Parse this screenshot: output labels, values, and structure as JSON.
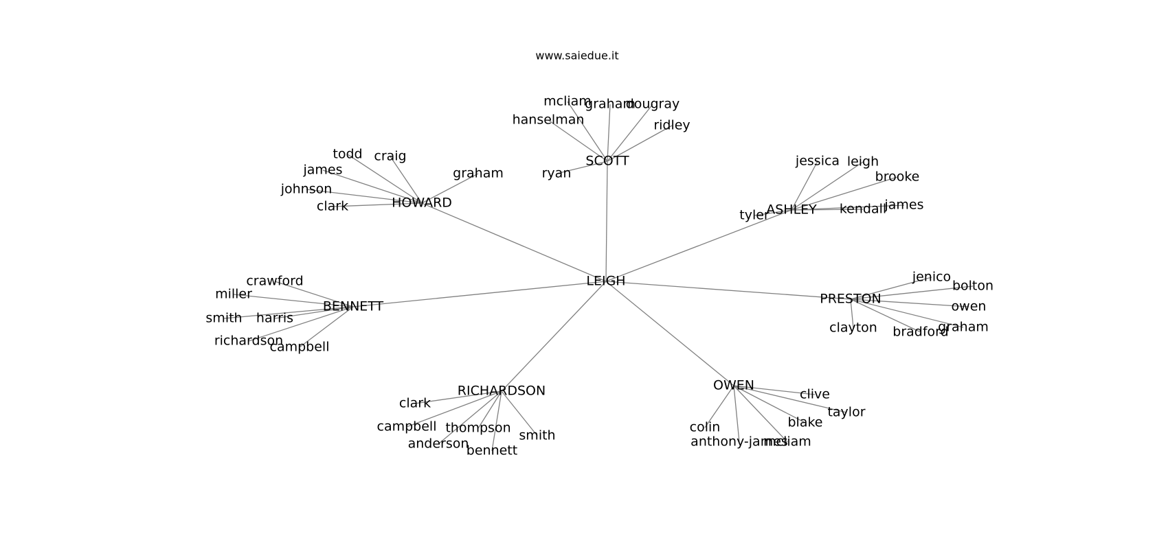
{
  "watermark": "www.saiedue.it",
  "graph": {
    "edge_color": "#808080",
    "text_color": "#000000",
    "root": "LEIGH",
    "groups": [
      {
        "name": "SCOTT",
        "children": [
          "mcliam",
          "graham",
          "dougray",
          "hanselman",
          "ridley",
          "ryan"
        ]
      },
      {
        "name": "HOWARD",
        "children": [
          "todd",
          "craig",
          "james",
          "graham",
          "johnson",
          "clark"
        ]
      },
      {
        "name": "ASHLEY",
        "children": [
          "jessica",
          "leigh",
          "brooke",
          "james",
          "kendall",
          "tyler"
        ]
      },
      {
        "name": "BENNETT",
        "children": [
          "crawford",
          "miller",
          "smith",
          "harris",
          "richardson",
          "campbell"
        ]
      },
      {
        "name": "PRESTON",
        "children": [
          "jenico",
          "bolton",
          "owen",
          "clayton",
          "bradford",
          "graham"
        ]
      },
      {
        "name": "RICHARDSON",
        "children": [
          "clark",
          "campbell",
          "thompson",
          "smith",
          "anderson",
          "bennett"
        ]
      },
      {
        "name": "OWEN",
        "children": [
          "clive",
          "taylor",
          "blake",
          "colin",
          "anthony-james",
          "mcliam"
        ]
      }
    ]
  }
}
